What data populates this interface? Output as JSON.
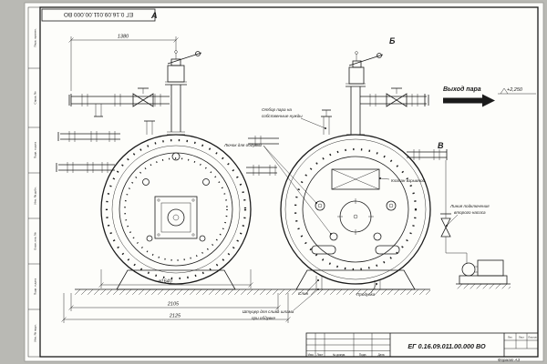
{
  "sheet": {
    "stamp_top": "ЕГ 0.16.09.011.00.000 ВО",
    "format_label": "Формат А3",
    "side_labels": [
      "Перв. примен.",
      "Справ. №",
      "Подп. и дата",
      "Инв. № дубл.",
      "Взам. инв. №",
      "Подп. и дата",
      "Инв. № подл."
    ]
  },
  "views": {
    "a": "А",
    "b": "Б",
    "v": "В"
  },
  "dims": {
    "width_top": "1380",
    "diameter": "⌀1640",
    "length1": "2105",
    "length2": "2125"
  },
  "notes": {
    "steam_out": "Выход пара",
    "elevation": "+2,250",
    "steam_own_1": "Отбор пара на",
    "steam_own_2": "собственные нужды",
    "hatch": "Лючок для обдувки",
    "explosion": "Клапан взрывной",
    "pump_line_1": "Линия подключения",
    "pump_line_2": "второго насоса",
    "drain": "Слив",
    "blowdown": "Продувка",
    "sludge_1": "Штуцер для слива шлама",
    "sludge_2": "при обдувке"
  },
  "titleblock": {
    "doc_number": "ЕГ 0.16.09.011.00.000 ВО",
    "col_izm": "Изм.",
    "col_list": "Лист",
    "col_doc": "№ докум.",
    "col_sign": "Подп.",
    "col_date": "Дата",
    "col_lit": "Лит.",
    "col_sheet": "Лист",
    "col_sheets": "Листов"
  }
}
